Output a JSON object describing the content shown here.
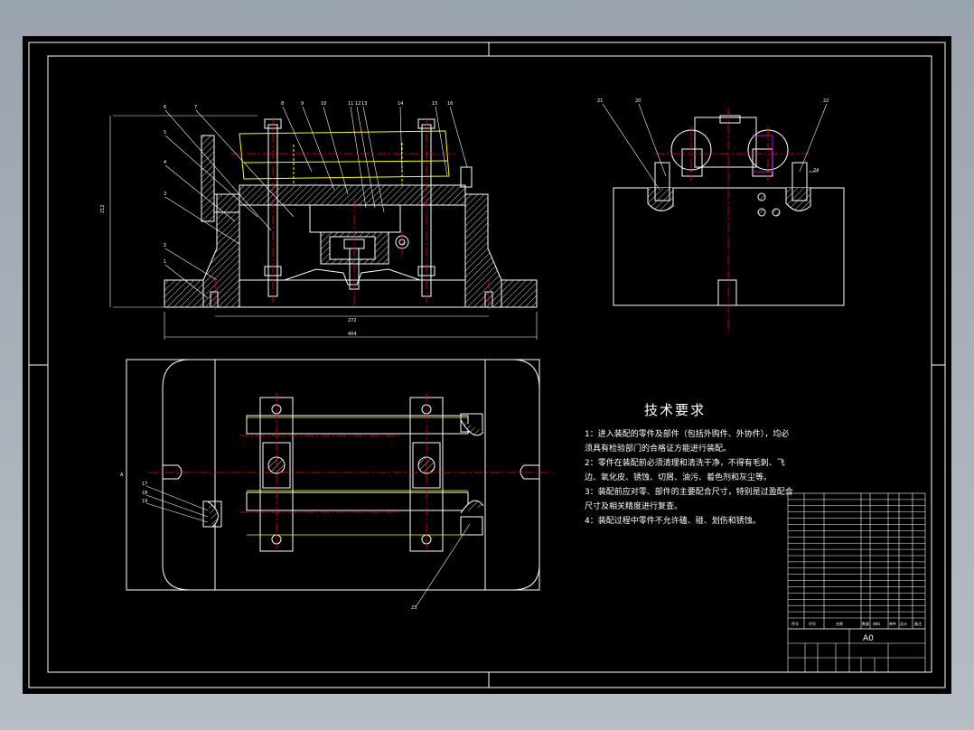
{
  "colors": {
    "background": "#000000",
    "outline": "#ffffff",
    "hatch": "#ffffff",
    "centerline": "#ff0000",
    "hidden": "#ffff00",
    "accent": "#ff00ff",
    "canvas_bg": "#9aa3ad"
  },
  "tech_requirements": {
    "title": "技术要求",
    "lines": [
      "1：进入装配的零件及部件（包括外购件、外协件），均必",
      "须具有检验部门的合格证方能进行装配。",
      "2：零件在装配前必须清理和清洗干净，不得有毛刺、飞",
      "边、氧化皮、锈蚀、切屑、油污、着色剂和灰尘等。",
      "3：装配前应对零、部件的主要配合尺寸，特别是过盈配合",
      "尺寸及相关精度进行复查。",
      "4：装配过程中零件不允许磕、碰、划伤和锈蚀。"
    ]
  },
  "title_block": {
    "scale_label": "A0",
    "header_cells": [
      "序号",
      "代号",
      "名称",
      "数量",
      "材料",
      "单件",
      "总计",
      "备注"
    ]
  },
  "dimensions": {
    "front_width": "404",
    "front_inner": "272",
    "front_height": "212"
  }
}
